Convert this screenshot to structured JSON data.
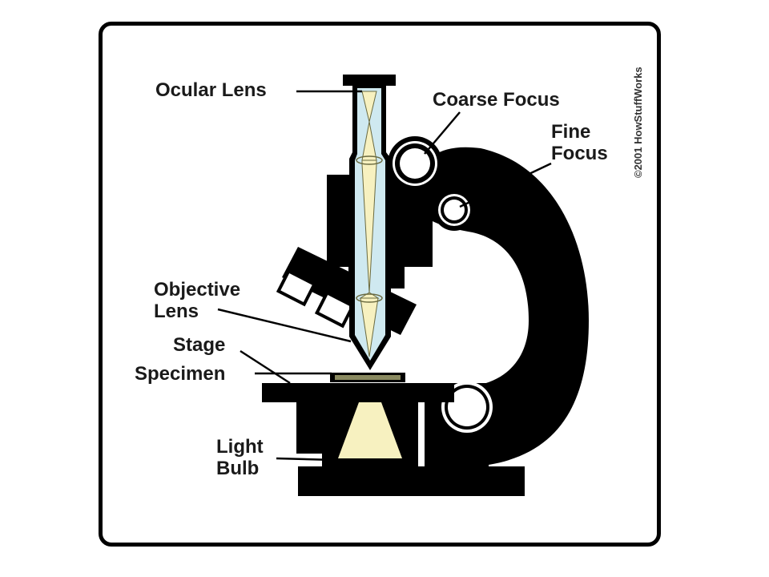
{
  "labels": {
    "ocular_lens": "Ocular Lens",
    "coarse_focus": "Coarse Focus",
    "fine_focus_line1": "Fine",
    "fine_focus_line2": "Focus",
    "objective_lens_line1": "Objective",
    "objective_lens_line2": "Lens",
    "stage": "Stage",
    "specimen": "Specimen",
    "light_bulb_line1": "Light",
    "light_bulb_line2": "Bulb"
  },
  "copyright": "©2001 HowStuffWorks",
  "colors": {
    "body": "#000000",
    "light_cone": "#f7f1c0",
    "tube_glass": "#cfe9f0",
    "specimen_slide": "#8a8a60",
    "frame": "#000000"
  }
}
